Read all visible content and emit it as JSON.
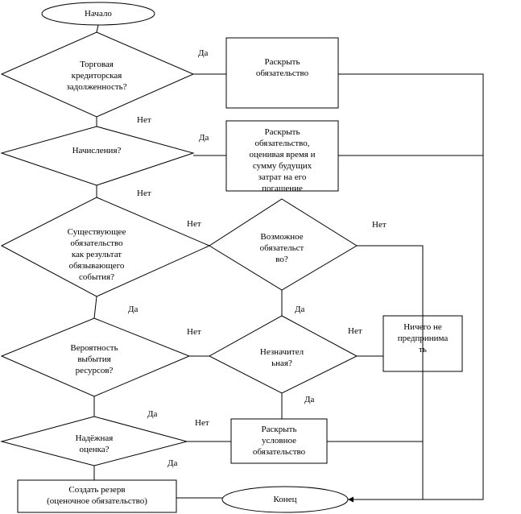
{
  "nodes": {
    "start": "Начало",
    "q_trade_debt": "Торговая\nкредиторская\nзадолженность?",
    "act_disclose_1": "Раскрыть\nобязательство",
    "q_accruals": "Начисления?",
    "act_disclose_2": "Раскрыть\nобязательство,\nоценивая время и\nсумму будущих\nзатрат на его\nпогашение",
    "q_existing": "Существующее\nобязательство\nкак результат\nобязывающего\nсобытия?",
    "q_possible": "Возможное\nобязательст\nво?",
    "q_outflow": "Вероятность\nвыбытия\nресурсов?",
    "q_insignificant": "Незначител\nьная?",
    "act_nothing": "Ничего не\nпредпринима\nть",
    "q_reliable": "Надёжная\nоценка?",
    "act_contingent": "Раскрыть\nусловное\nобязательство",
    "act_reserve": "Создать резерв\n(оценочное обязательство)",
    "end": "Конец"
  },
  "edges": {
    "yes_trade": "Да",
    "no_trade": "Нет",
    "yes_accruals": "Да",
    "no_accruals": "Нет",
    "no_existing": "Нет",
    "yes_existing": "Да",
    "no_possible": "Нет",
    "yes_possible": "Да",
    "no_outflow": "Нет",
    "no_insignificant": "Нет",
    "yes_insignificant": "Да",
    "yes_outflow": "Да",
    "no_reliable": "Нет",
    "yes_reliable": "Да"
  }
}
